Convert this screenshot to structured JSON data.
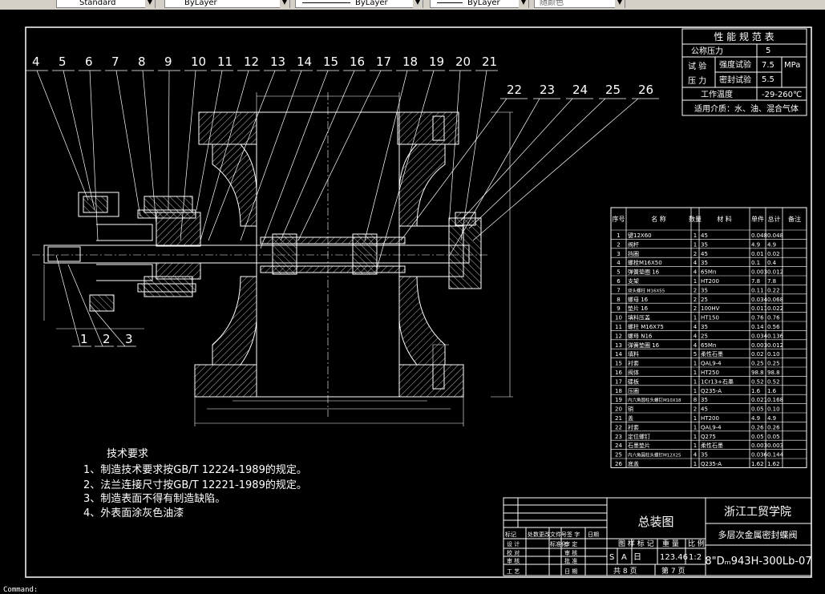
{
  "toolbar": {
    "textstyle": "Standard",
    "layer": "ByLayer",
    "linetype": "ByLayer",
    "lineweight": "ByLayer",
    "color": "随颜色"
  },
  "callouts_top": [
    "4",
    "5",
    "6",
    "7",
    "8",
    "9",
    "10",
    "11",
    "12",
    "13",
    "14",
    "15",
    "16",
    "17",
    "18",
    "19",
    "20",
    "21"
  ],
  "callouts_right": [
    "22",
    "23",
    "24",
    "25",
    "26"
  ],
  "callouts_bottom": [
    "1",
    "2",
    "3"
  ],
  "performance": {
    "title": "性 能 规 范 表",
    "nominal_pressure_label": "公称压力",
    "nominal_pressure_value": "5",
    "test_label_1": "试 验",
    "test_label_2": "压 力",
    "strength_label": "强度试验",
    "strength_value": "7.5",
    "unit": "MPa",
    "seal_label": "密封试验",
    "seal_value": "5.5",
    "temp_label": "工作温度",
    "temp_value": "-29-260℃",
    "medium": "适用介质：水、油、混合气体"
  },
  "bom": {
    "headers": [
      "序号",
      "名 称",
      "数量",
      "材 料",
      "单件",
      "总计",
      "备注"
    ],
    "rows": [
      [
        "1",
        "键12X60",
        "1",
        "45",
        "0.048",
        "0.048"
      ],
      [
        "2",
        "阀杆",
        "1",
        "35",
        "4.9",
        "4.9"
      ],
      [
        "3",
        "挡圈",
        "2",
        "45",
        "0.01",
        "0.02"
      ],
      [
        "4",
        "螺栓M16X50",
        "4",
        "35",
        "0.1",
        "0.4"
      ],
      [
        "5",
        "弹簧垫圈 16",
        "4",
        "65Mn",
        "0.003",
        "0.012"
      ],
      [
        "6",
        "支架",
        "1",
        "HT200",
        "7.8",
        "7.8"
      ],
      [
        "7",
        "双头螺柱 M16X55",
        "2",
        "35",
        "0.11",
        "0.22"
      ],
      [
        "8",
        "螺母 16",
        "2",
        "25",
        "0.034",
        "0.068"
      ],
      [
        "9",
        "垫片 16",
        "2",
        "100HV",
        "0.011",
        "0.022"
      ],
      [
        "10",
        "填料压盖",
        "1",
        "HT150",
        "0.76",
        "0.76"
      ],
      [
        "11",
        "螺柱 M16X75",
        "4",
        "35",
        "0.14",
        "0.56"
      ],
      [
        "12",
        "螺母 N16",
        "4",
        "25",
        "0.034",
        "0.136"
      ],
      [
        "13",
        "弹簧垫圈 16",
        "4",
        "65Mn",
        "0.003",
        "0.012"
      ],
      [
        "14",
        "填料",
        "5",
        "柔性石墨",
        "0.02",
        "0.10"
      ],
      [
        "15",
        "衬套",
        "1",
        "QAL9-4",
        "0.25",
        "0.25"
      ],
      [
        "16",
        "阀体",
        "1",
        "HT250",
        "98.8",
        "98.8"
      ],
      [
        "17",
        "碟板",
        "1",
        "1Cr13+石墨",
        "0.52",
        "0.52"
      ],
      [
        "18",
        "压圈",
        "1",
        "Q235-A",
        "1.6",
        "1.6"
      ],
      [
        "19",
        "内六角圆柱头螺钉M10X18",
        "8",
        "35",
        "0.021",
        "0.168"
      ],
      [
        "20",
        "销",
        "2",
        "45",
        "0.05",
        "0.10"
      ],
      [
        "21",
        "盖",
        "1",
        "HT200",
        "4.9",
        "4.9"
      ],
      [
        "22",
        "衬套",
        "1",
        "QAL9-4",
        "0.26",
        "0.26"
      ],
      [
        "23",
        "定位螺钉",
        "1",
        "Q275",
        "0.05",
        "0.05"
      ],
      [
        "24",
        "石墨垫片",
        "1",
        "柔性石墨",
        "0.003",
        "0.003"
      ],
      [
        "25",
        "内六角圆柱头螺钉M12X25",
        "4",
        "35",
        "0.036",
        "0.144"
      ],
      [
        "26",
        "底盖",
        "1",
        "Q235-A",
        "1.62",
        "1.62"
      ]
    ]
  },
  "tech": {
    "title": "技术要求",
    "lines": [
      "1、制造技术要求按GB/T 12224-1989的规定。",
      "2、法兰连接尺寸按GB/T 12221-1989的规定。",
      "3、制造表面不得有制造缺陷。",
      "4、外表面涂灰色油漆"
    ]
  },
  "titleblock": {
    "drawing_name": "总装图",
    "school": "浙江工贸学院",
    "product": "多层次金属密封蝶阀",
    "code": "8\"Dₘ943H-300Lb-07",
    "stage_label": "图 样 标 记",
    "weight_label": "重 量",
    "scale_label": "比 例",
    "marks": [
      "S",
      "A",
      "日"
    ],
    "weight": "123.46",
    "scale": "1:2",
    "sheets": "共  8  页",
    "sheet": "第  7  页",
    "rev_cols": [
      "标记",
      "处数",
      "更改文件号",
      "签 字",
      "日期"
    ],
    "roles": [
      "设 计",
      "校 对",
      "审 核",
      "工 艺"
    ],
    "roles2": [
      "标准化",
      "",
      "",
      ""
    ],
    "roles3": [
      "审 定",
      "审 核",
      "批 准",
      "日 期"
    ]
  },
  "command_line": "Command:"
}
